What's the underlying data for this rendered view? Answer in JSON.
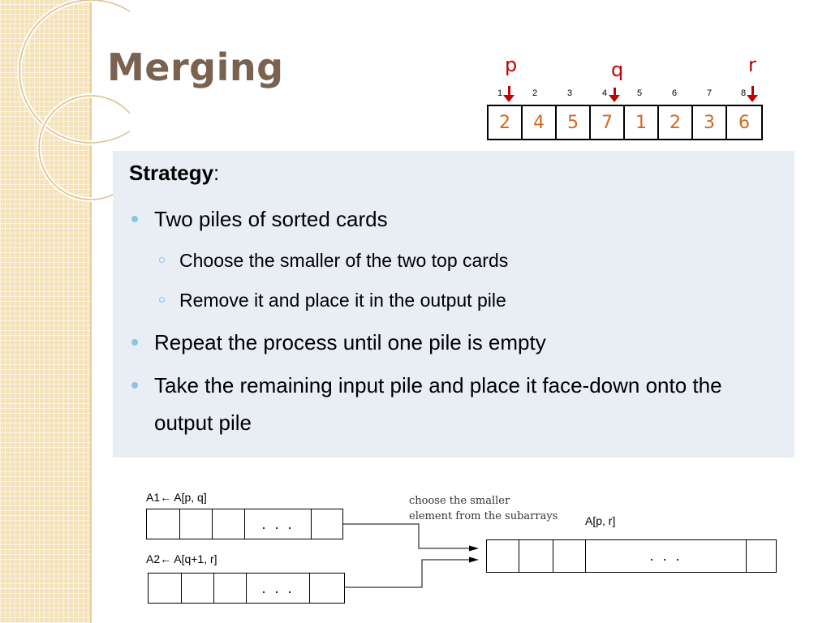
{
  "slide": {
    "title": "Merging",
    "pointers": {
      "p": "p",
      "q": "q",
      "r": "r"
    },
    "array": {
      "indices": [
        "1",
        "2",
        "3",
        "4",
        "5",
        "6",
        "7",
        "8"
      ],
      "values": [
        "2",
        "4",
        "5",
        "7",
        "1",
        "2",
        "3",
        "6"
      ]
    },
    "strategy": {
      "label": "Strategy",
      "colon": ":"
    },
    "bullets": [
      {
        "text": "Two piles of sorted cards",
        "level": 1
      },
      {
        "text": "Choose the smaller of the two top cards",
        "level": 2
      },
      {
        "text": "Remove it and place it in the output pile",
        "level": 2
      },
      {
        "text": "Repeat the process until one pile is empty",
        "level": 1
      },
      {
        "text": "Take the remaining input pile and place it face-down onto the",
        "level": 1
      },
      {
        "text": "output pile",
        "level": 1
      }
    ],
    "diagram": {
      "a1_label": "A1← A[p, q]",
      "a2_label": "A2← A[q+1, r]",
      "note_line1": "choose the smaller",
      "note_line2": "element from the subarrays",
      "output_label": "A[p, r]",
      "ellipsis": ". . ."
    },
    "colors": {
      "title": "#7a6250",
      "pointer": "#c00000",
      "array_value": "#d2691e",
      "content_bg": "#e9eef5",
      "bullet": "#8ec3e6",
      "side_strip": "#f4e2b8"
    }
  }
}
